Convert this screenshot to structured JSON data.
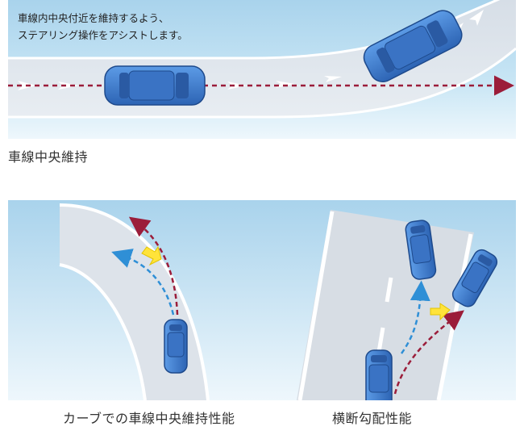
{
  "top_section": {
    "note_line1": "車線内中央付近を維持するよう、",
    "note_line2": "ステアリング操作をアシストします。",
    "caption": "車線中央維持"
  },
  "curve_section": {
    "caption": "カーブでの車線中央維持性能"
  },
  "cant_section": {
    "caption": "横断勾配性能"
  },
  "colors": {
    "sky": "#b9dcef",
    "road": "#dde3ea",
    "car": "#3f7fd1",
    "target_arrow": "#9b1d3a",
    "path_arrow": "#2f8fd6",
    "assist_arrow": "#ffe33a"
  }
}
